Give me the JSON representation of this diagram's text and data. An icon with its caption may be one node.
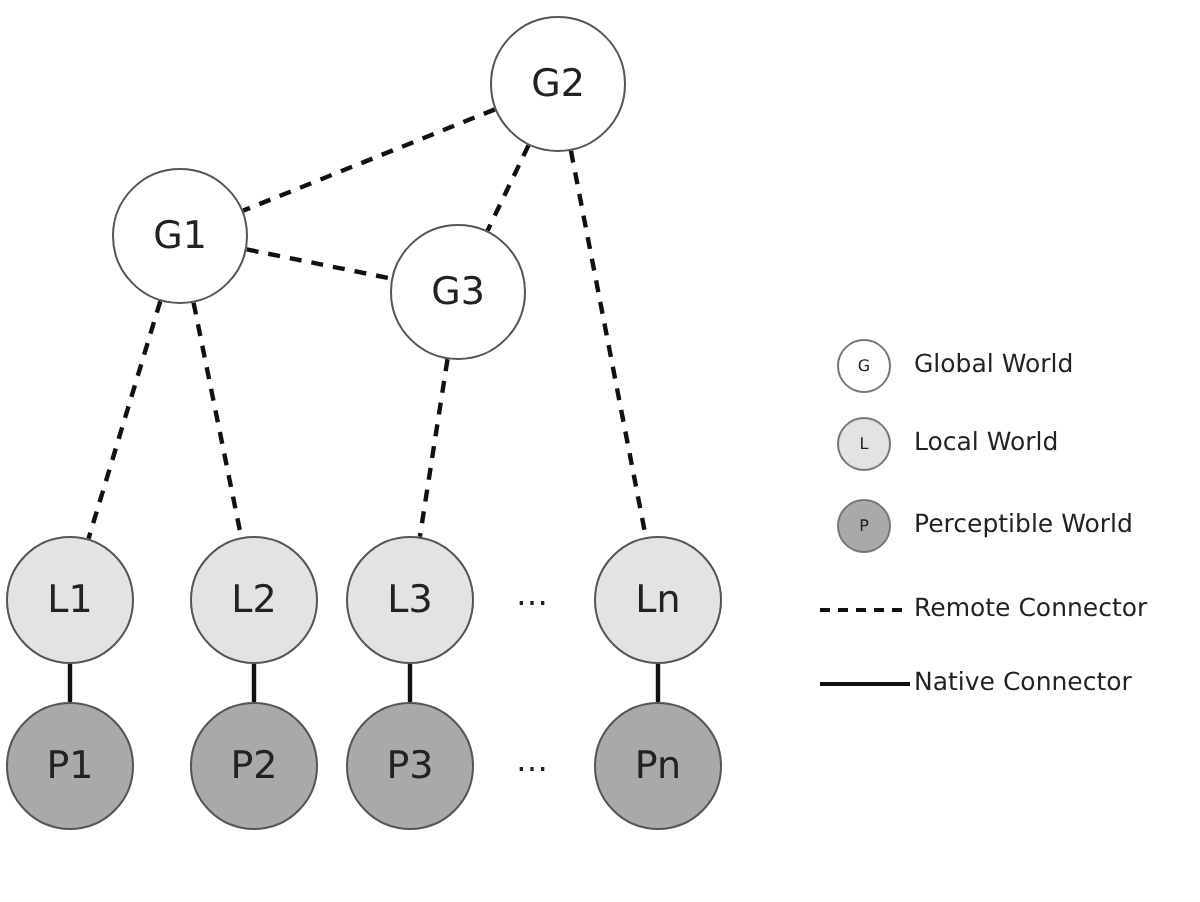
{
  "diagram": {
    "nodes": [
      {
        "text": [
          "G2"
        ]
      },
      {
        "text": [
          "G1"
        ]
      },
      {
        "text": [
          "G3"
        ]
      },
      {
        "text": [
          "L1"
        ]
      },
      {
        "text": [
          "L2"
        ]
      },
      {
        "text": [
          "L3"
        ]
      },
      {
        "text": [
          "Ln"
        ]
      },
      {
        "text": [
          "P1"
        ]
      },
      {
        "text": [
          "P2"
        ]
      },
      {
        "text": [
          "P3"
        ]
      },
      {
        "text": [
          "Pn"
        ]
      }
    ],
    "edges": [
      {
        "from": 0,
        "to": 1,
        "arrow": "none",
        "style": "dashed"
      },
      {
        "from": 0,
        "to": 2,
        "arrow": "none",
        "style": "dashed"
      },
      {
        "from": 1,
        "to": 2,
        "arrow": "none",
        "style": "dashed"
      },
      {
        "from": 0,
        "to": 6,
        "arrow": "none",
        "style": "dashed"
      },
      {
        "from": 1,
        "to": 3,
        "arrow": "none",
        "style": "dashed"
      },
      {
        "from": 1,
        "to": 4,
        "arrow": "none",
        "style": "dashed"
      },
      {
        "from": 2,
        "to": 5,
        "arrow": "none",
        "style": "dashed"
      },
      {
        "from": 3,
        "to": 7,
        "arrow": "none"
      },
      {
        "from": 4,
        "to": 8,
        "arrow": "none"
      },
      {
        "from": 5,
        "to": 9,
        "arrow": "none"
      },
      {
        "from": 6,
        "to": 10,
        "arrow": "none"
      }
    ],
    "labels": [
      "G",
      "L",
      "P",
      "…",
      "…"
    ],
    "legend": [
      {
        "text": "Global World",
        "color": "#ffffff"
      },
      {
        "text": "Local World",
        "color": "#e3e3e3"
      },
      {
        "text": "Perceptible World",
        "color": "#a9a9a9"
      },
      {
        "text": "Remote Connector"
      },
      {
        "text": "Native Connector"
      }
    ]
  }
}
